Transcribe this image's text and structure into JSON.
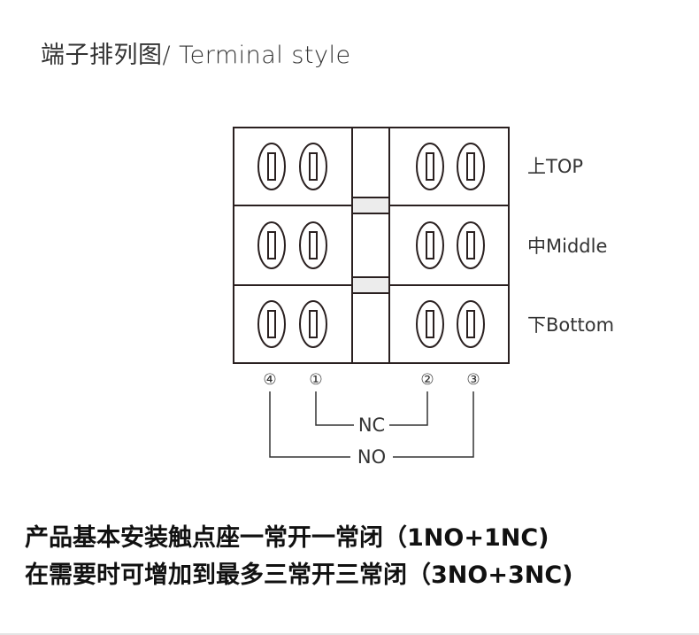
{
  "title": "端子排列图/ Terminal style",
  "rows": [
    "上TOP",
    "中Middle",
    "下Bottom"
  ],
  "terminals": [
    "④",
    "①",
    "②",
    "③"
  ],
  "nc_label": "NC",
  "no_label": "NO",
  "description": [
    "产品基本安装触点座一常开一常闭（1NO+1NC)",
    "在需要时可增加到最多三常开三常闭（3NO+3NC)"
  ]
}
